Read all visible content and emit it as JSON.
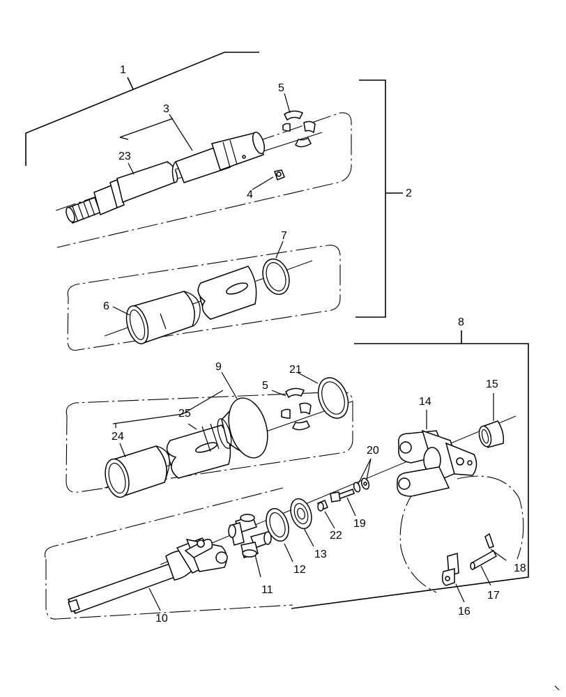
{
  "callouts": {
    "c1": "1",
    "c2": "2",
    "c3": "3",
    "c4": "4",
    "c5a": "5",
    "c5b": "5",
    "c6": "6",
    "c7": "7",
    "c8": "8",
    "c9": "9",
    "c10": "10",
    "c11": "11",
    "c12": "12",
    "c13": "13",
    "c14": "14",
    "c15": "15",
    "c16": "16",
    "c17": "17",
    "c18": "18",
    "c19": "19",
    "c20": "20",
    "c21": "21",
    "c22": "22",
    "c23": "23",
    "c24": "24",
    "c25": "25"
  }
}
